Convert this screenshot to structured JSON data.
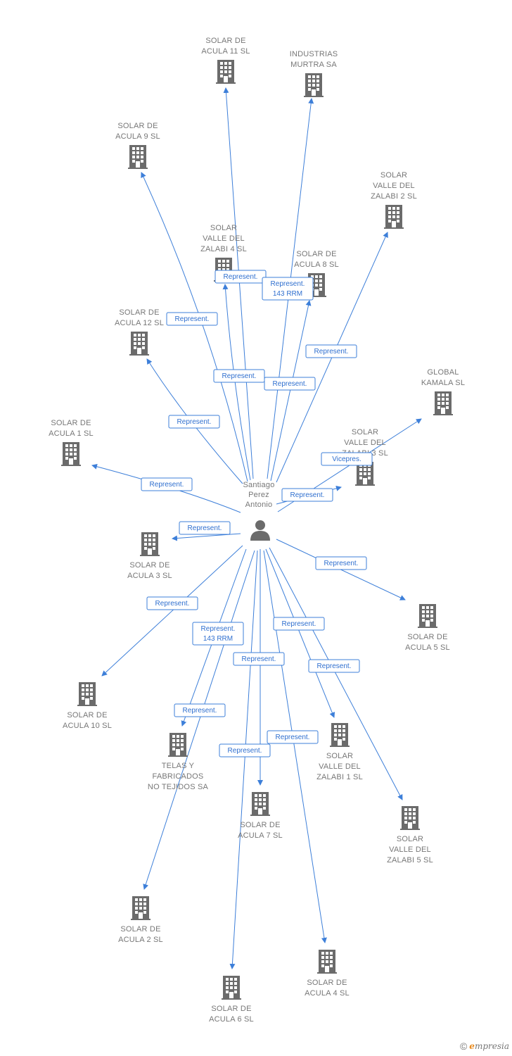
{
  "colors": {
    "edge": "#3d7fd9",
    "icon": "#6b6b6b",
    "label": "#777777"
  },
  "center": {
    "name": "person-node",
    "icon": "person-icon",
    "lines": [
      "Santiago",
      "Perez",
      "Antonio"
    ]
  },
  "companies": [
    {
      "id": "c1",
      "icon": "building-icon",
      "lines": [
        "SOLAR DE",
        "ACULA 11 SL"
      ]
    },
    {
      "id": "c2",
      "icon": "building-icon",
      "lines": [
        "INDUSTRIAS",
        "MURTRA SA"
      ]
    },
    {
      "id": "c3",
      "icon": "building-icon",
      "lines": [
        "SOLAR DE",
        "ACULA 9 SL"
      ]
    },
    {
      "id": "c4",
      "icon": "building-icon",
      "lines": [
        "SOLAR",
        "VALLE DEL",
        "ZALABI 2 SL"
      ]
    },
    {
      "id": "c5",
      "icon": "building-icon",
      "lines": [
        "SOLAR",
        "VALLE DEL",
        "ZALABI 4 SL"
      ]
    },
    {
      "id": "c6",
      "icon": "building-icon",
      "lines": [
        "SOLAR DE",
        "ACULA 8 SL"
      ]
    },
    {
      "id": "c7",
      "icon": "building-icon",
      "lines": [
        "SOLAR DE",
        "ACULA 12 SL"
      ]
    },
    {
      "id": "c8",
      "icon": "building-icon",
      "lines": [
        "GLOBAL",
        "KAMALA SL"
      ]
    },
    {
      "id": "c9",
      "icon": "building-icon",
      "lines": [
        "SOLAR DE",
        "ACULA 1 SL"
      ]
    },
    {
      "id": "c10",
      "icon": "building-icon",
      "lines": [
        "SOLAR",
        "VALLE DEL",
        "ZALABI 3 SL"
      ]
    },
    {
      "id": "c11",
      "icon": "building-icon",
      "lines": [
        "SOLAR DE",
        "ACULA 3 SL"
      ]
    },
    {
      "id": "c12",
      "icon": "building-icon",
      "lines": [
        "SOLAR DE",
        "ACULA 5 SL"
      ]
    },
    {
      "id": "c13",
      "icon": "building-icon",
      "lines": [
        "SOLAR DE",
        "ACULA 10 SL"
      ]
    },
    {
      "id": "c14",
      "icon": "building-icon",
      "lines": [
        "TELAS Y",
        "FABRICADOS",
        "NO TEJIDOS SA"
      ]
    },
    {
      "id": "c15",
      "icon": "building-icon",
      "lines": [
        "SOLAR",
        "VALLE DEL",
        "ZALABI 1 SL"
      ]
    },
    {
      "id": "c16",
      "icon": "building-icon",
      "lines": [
        "SOLAR DE",
        "ACULA 7 SL"
      ]
    },
    {
      "id": "c17",
      "icon": "building-icon",
      "lines": [
        "SOLAR",
        "VALLE DEL",
        "ZALABI 5 SL"
      ]
    },
    {
      "id": "c18",
      "icon": "building-icon",
      "lines": [
        "SOLAR DE",
        "ACULA 2 SL"
      ]
    },
    {
      "id": "c19",
      "icon": "building-icon",
      "lines": [
        "SOLAR DE",
        "ACULA 4 SL"
      ]
    },
    {
      "id": "c20",
      "icon": "building-icon",
      "lines": [
        "SOLAR DE",
        "ACULA 6 SL"
      ]
    }
  ],
  "edges": [
    {
      "to": "c1",
      "lines": [
        "Represent."
      ]
    },
    {
      "to": "c2",
      "lines": [
        "Represent.",
        "143 RRM"
      ]
    },
    {
      "to": "c3",
      "lines": [
        "Represent."
      ]
    },
    {
      "to": "c4",
      "lines": [
        "Represent."
      ]
    },
    {
      "to": "c5",
      "lines": [
        "Represent."
      ]
    },
    {
      "to": "c6",
      "lines": [
        "Represent."
      ]
    },
    {
      "to": "c7",
      "lines": [
        "Represent."
      ]
    },
    {
      "to": "c8",
      "lines": [
        "Vicepres."
      ]
    },
    {
      "to": "c9",
      "lines": [
        "Represent."
      ]
    },
    {
      "to": "c10",
      "lines": [
        "Represent."
      ]
    },
    {
      "to": "c11",
      "lines": [
        "Represent."
      ]
    },
    {
      "to": "c12",
      "lines": [
        "Represent."
      ]
    },
    {
      "to": "c13",
      "lines": [
        "Represent."
      ]
    },
    {
      "to": "c14",
      "lines": [
        "Represent.",
        "143 RRM"
      ]
    },
    {
      "to": "c15",
      "lines": [
        "Represent."
      ]
    },
    {
      "to": "c16",
      "lines": [
        "Represent."
      ]
    },
    {
      "to": "c17",
      "lines": [
        "Represent."
      ]
    },
    {
      "to": "c18",
      "lines": [
        "Represent."
      ]
    },
    {
      "to": "c19",
      "lines": [
        "Represent."
      ]
    },
    {
      "to": "c20",
      "lines": [
        "Represent."
      ]
    }
  ],
  "footer": {
    "copyright": "©",
    "brand_initial": "e",
    "brand_rest": "mpresia"
  }
}
